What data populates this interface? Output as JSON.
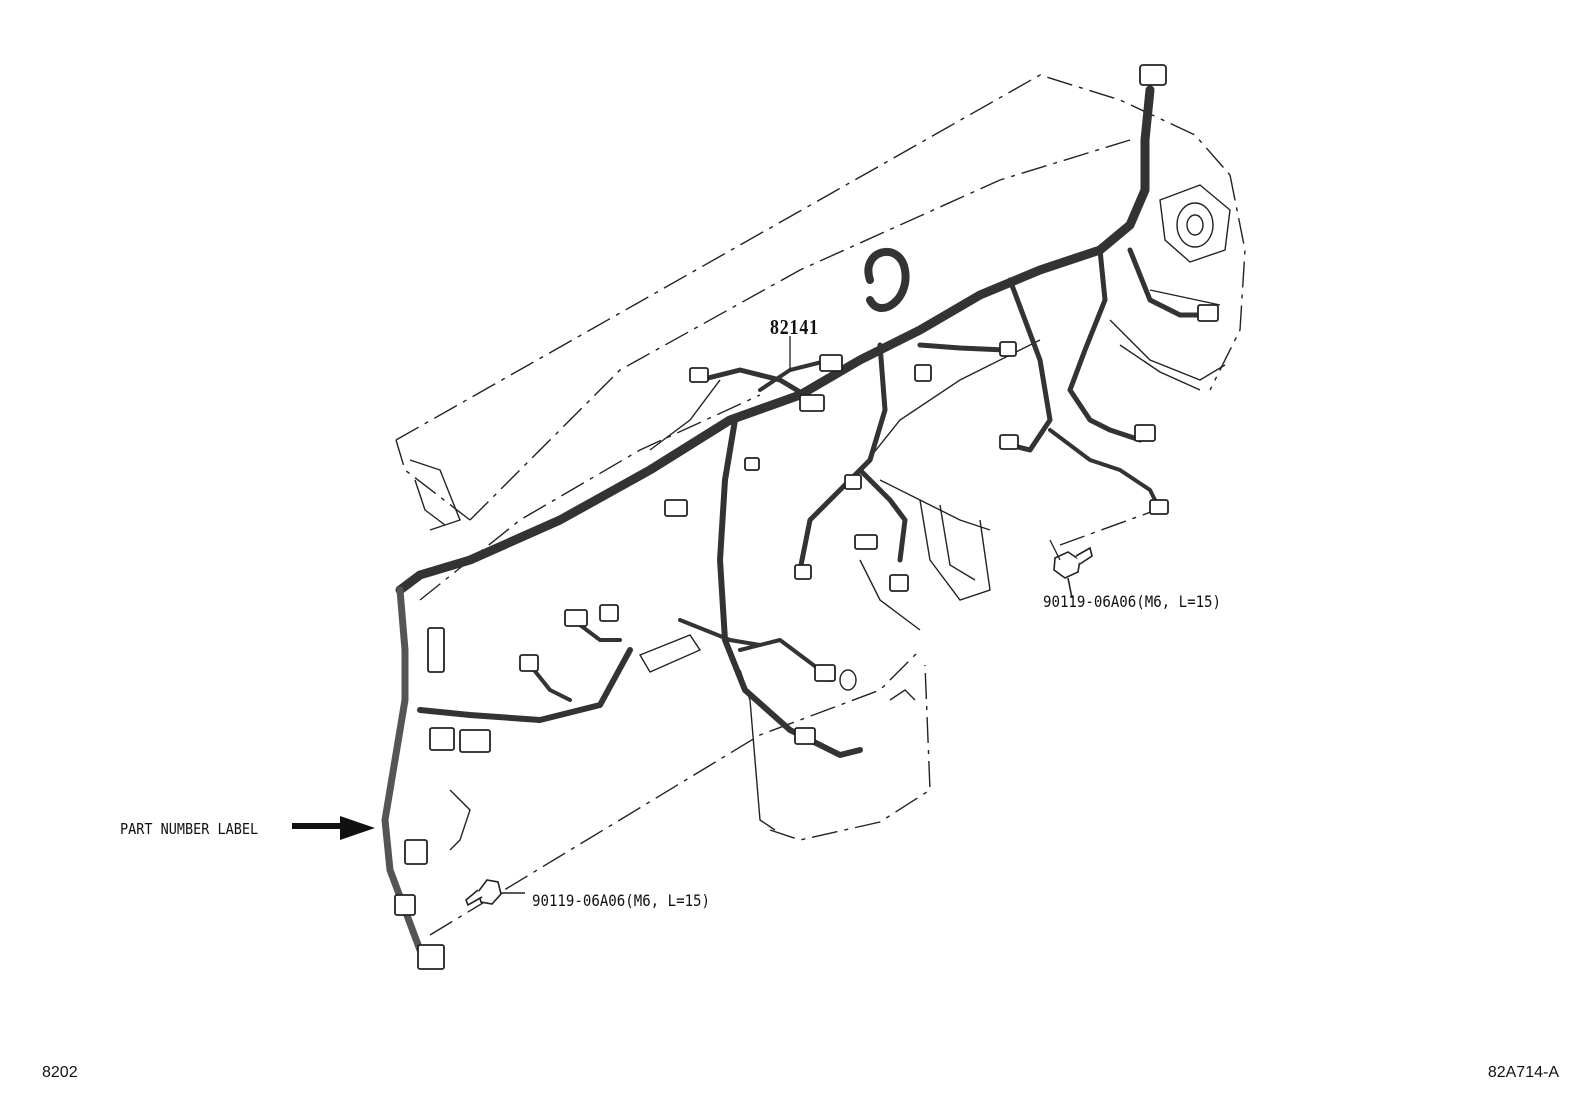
{
  "labels": {
    "main_part": "82141",
    "bolt_right": "90119-06A06(M6, L=15)",
    "bolt_left": "90119-06A06(M6, L=15)",
    "part_number_label": "PART NUMBER LABEL"
  },
  "footer": {
    "left_code": "8202",
    "right_code": "82A714-A"
  }
}
